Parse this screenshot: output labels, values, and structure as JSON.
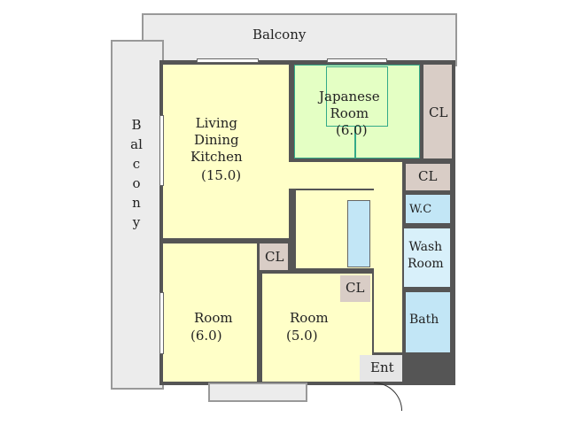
{
  "balcony_top": "Balcony",
  "balcony_left": "Balcony",
  "rooms": {
    "ldk": {
      "name": "Living\nDining\nKitchen",
      "size": "(15.0)"
    },
    "japanese": {
      "name": "Japanese\nRoom",
      "size": "(6.0)"
    },
    "room1": {
      "name": "Room",
      "size": "(6.0)"
    },
    "room2": {
      "name": "Room",
      "size": "(5.0)"
    },
    "wc": "W.C",
    "wash": "Wash\nRoom",
    "bath": "Bath",
    "entrance": "Ent",
    "closet": "CL"
  },
  "colors": {
    "wall": "#555555",
    "ldk": "#ffffc8",
    "japanese": "#e4ffc4",
    "closet": "#d9cdc6",
    "wet": "#c2e6f6"
  }
}
